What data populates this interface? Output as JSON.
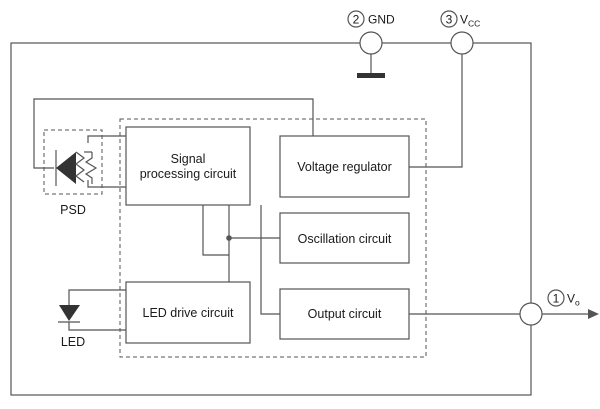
{
  "pins": {
    "gnd": {
      "number": "2",
      "label": "GND"
    },
    "vcc": {
      "number": "3",
      "label": "V",
      "subscript": "CC"
    },
    "vo": {
      "number": "1",
      "label": "V",
      "subscript": "o"
    }
  },
  "blocks": {
    "signal_processing": {
      "line1": "Signal",
      "line2": "processing circuit"
    },
    "voltage_regulator": "Voltage regulator",
    "oscillation": "Oscillation circuit",
    "led_drive": "LED drive circuit",
    "output": "Output circuit"
  },
  "components": {
    "psd": "PSD",
    "led": "LED"
  },
  "colors": {
    "line": "#555555",
    "text": "#1a1a1a",
    "ground_bar": "#333333"
  }
}
